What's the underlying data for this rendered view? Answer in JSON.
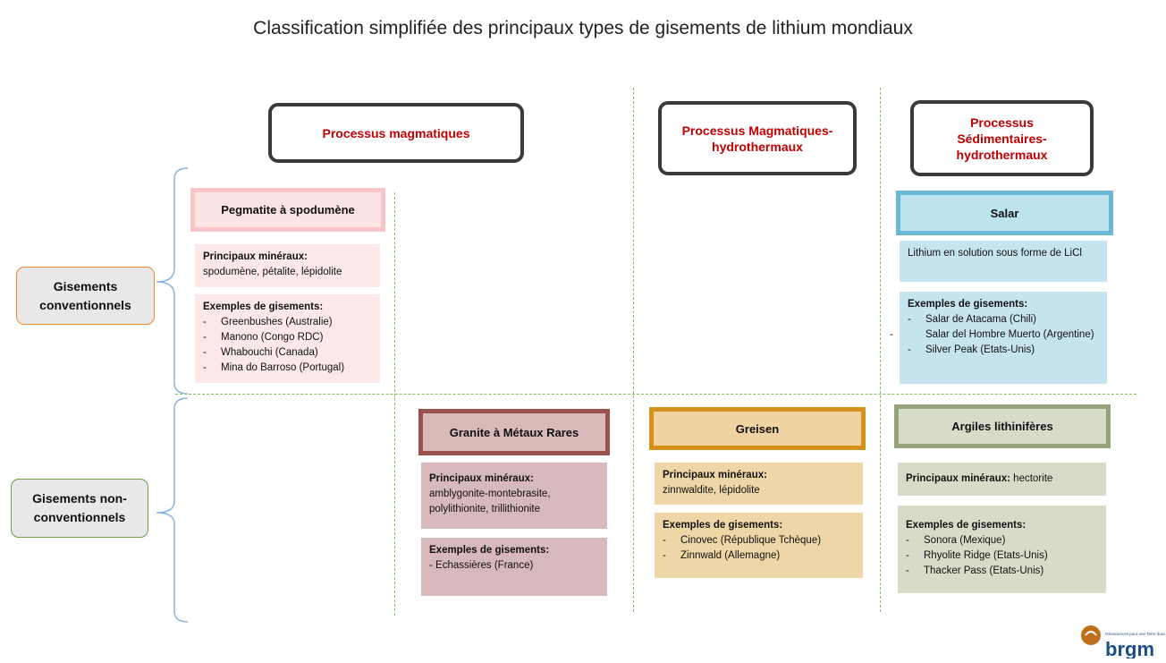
{
  "title": "Classification simplifiée des principaux types de gisements de lithium mondiaux",
  "headers": [
    "Processus magmatiques",
    "Processus Magmatiques-hydrothermaux",
    "Processus Sédimentaires-hydrothermaux"
  ],
  "side_labels": [
    "Gisements conventionnels",
    "Gisements non-conventionnels"
  ],
  "pegmatite": {
    "name": "Pegmatite à spodumène",
    "minerals_label": "Principaux minéraux:",
    "minerals": "spodumène, pétalite, lépidolite",
    "examples_label": "Exemples de gisements:",
    "examples": [
      "Greenbushes (Australie)",
      "Manono (Congo RDC)",
      "Whabouchi (Canada)",
      "Mina do Barroso (Portugal)"
    ]
  },
  "salar": {
    "name": "Salar",
    "description": "Lithium en solution sous forme de LiCl",
    "examples_label": "Exemples de gisements:",
    "examples": [
      "Salar de Atacama (Chili)",
      "Salar del Hombre Muerto (Argentine)",
      "Silver Peak (Etats-Unis)"
    ]
  },
  "granite": {
    "name": "Granite à Métaux Rares",
    "minerals_label": "Principaux minéraux:",
    "minerals": "amblygonite-montebrasite, polylithionite, trillithionite",
    "examples_label": "Exemples de gisements:",
    "examples_text": "- Echassières (France)"
  },
  "greisen": {
    "name": "Greisen",
    "minerals_label": "Principaux minéraux:",
    "minerals": "zinnwaldite, lépidolite",
    "examples_label": "Exemples de gisements:",
    "examples": [
      "Cinovec (République Tchèque)",
      "Zinnwald (Allemagne)"
    ]
  },
  "argiles": {
    "name": "Argiles lithinifères",
    "minerals_label": "Principaux minéraux:",
    "minerals": "hectorite",
    "examples_label": "Exemples de gisements:",
    "examples": [
      "Sonora (Mexique)",
      "Rhyolite Ridge (Etats-Unis)",
      "Thacker Pass (Etats-Unis)"
    ]
  },
  "logo": {
    "text": "brgm",
    "tagline": "Géosciences pour une Terre durable"
  },
  "colors": {
    "header_text": "#c00000",
    "pegmatite": "#f8c6c6",
    "salar": "#6cb8d4",
    "granite": "#9b514d",
    "greisen": "#d4921c",
    "argiles": "#94a37a",
    "conventional_border": "#f08a2c",
    "nonconventional_border": "#70a040",
    "dashes": "#7fbf5f",
    "brace": "#8ab4e0"
  }
}
